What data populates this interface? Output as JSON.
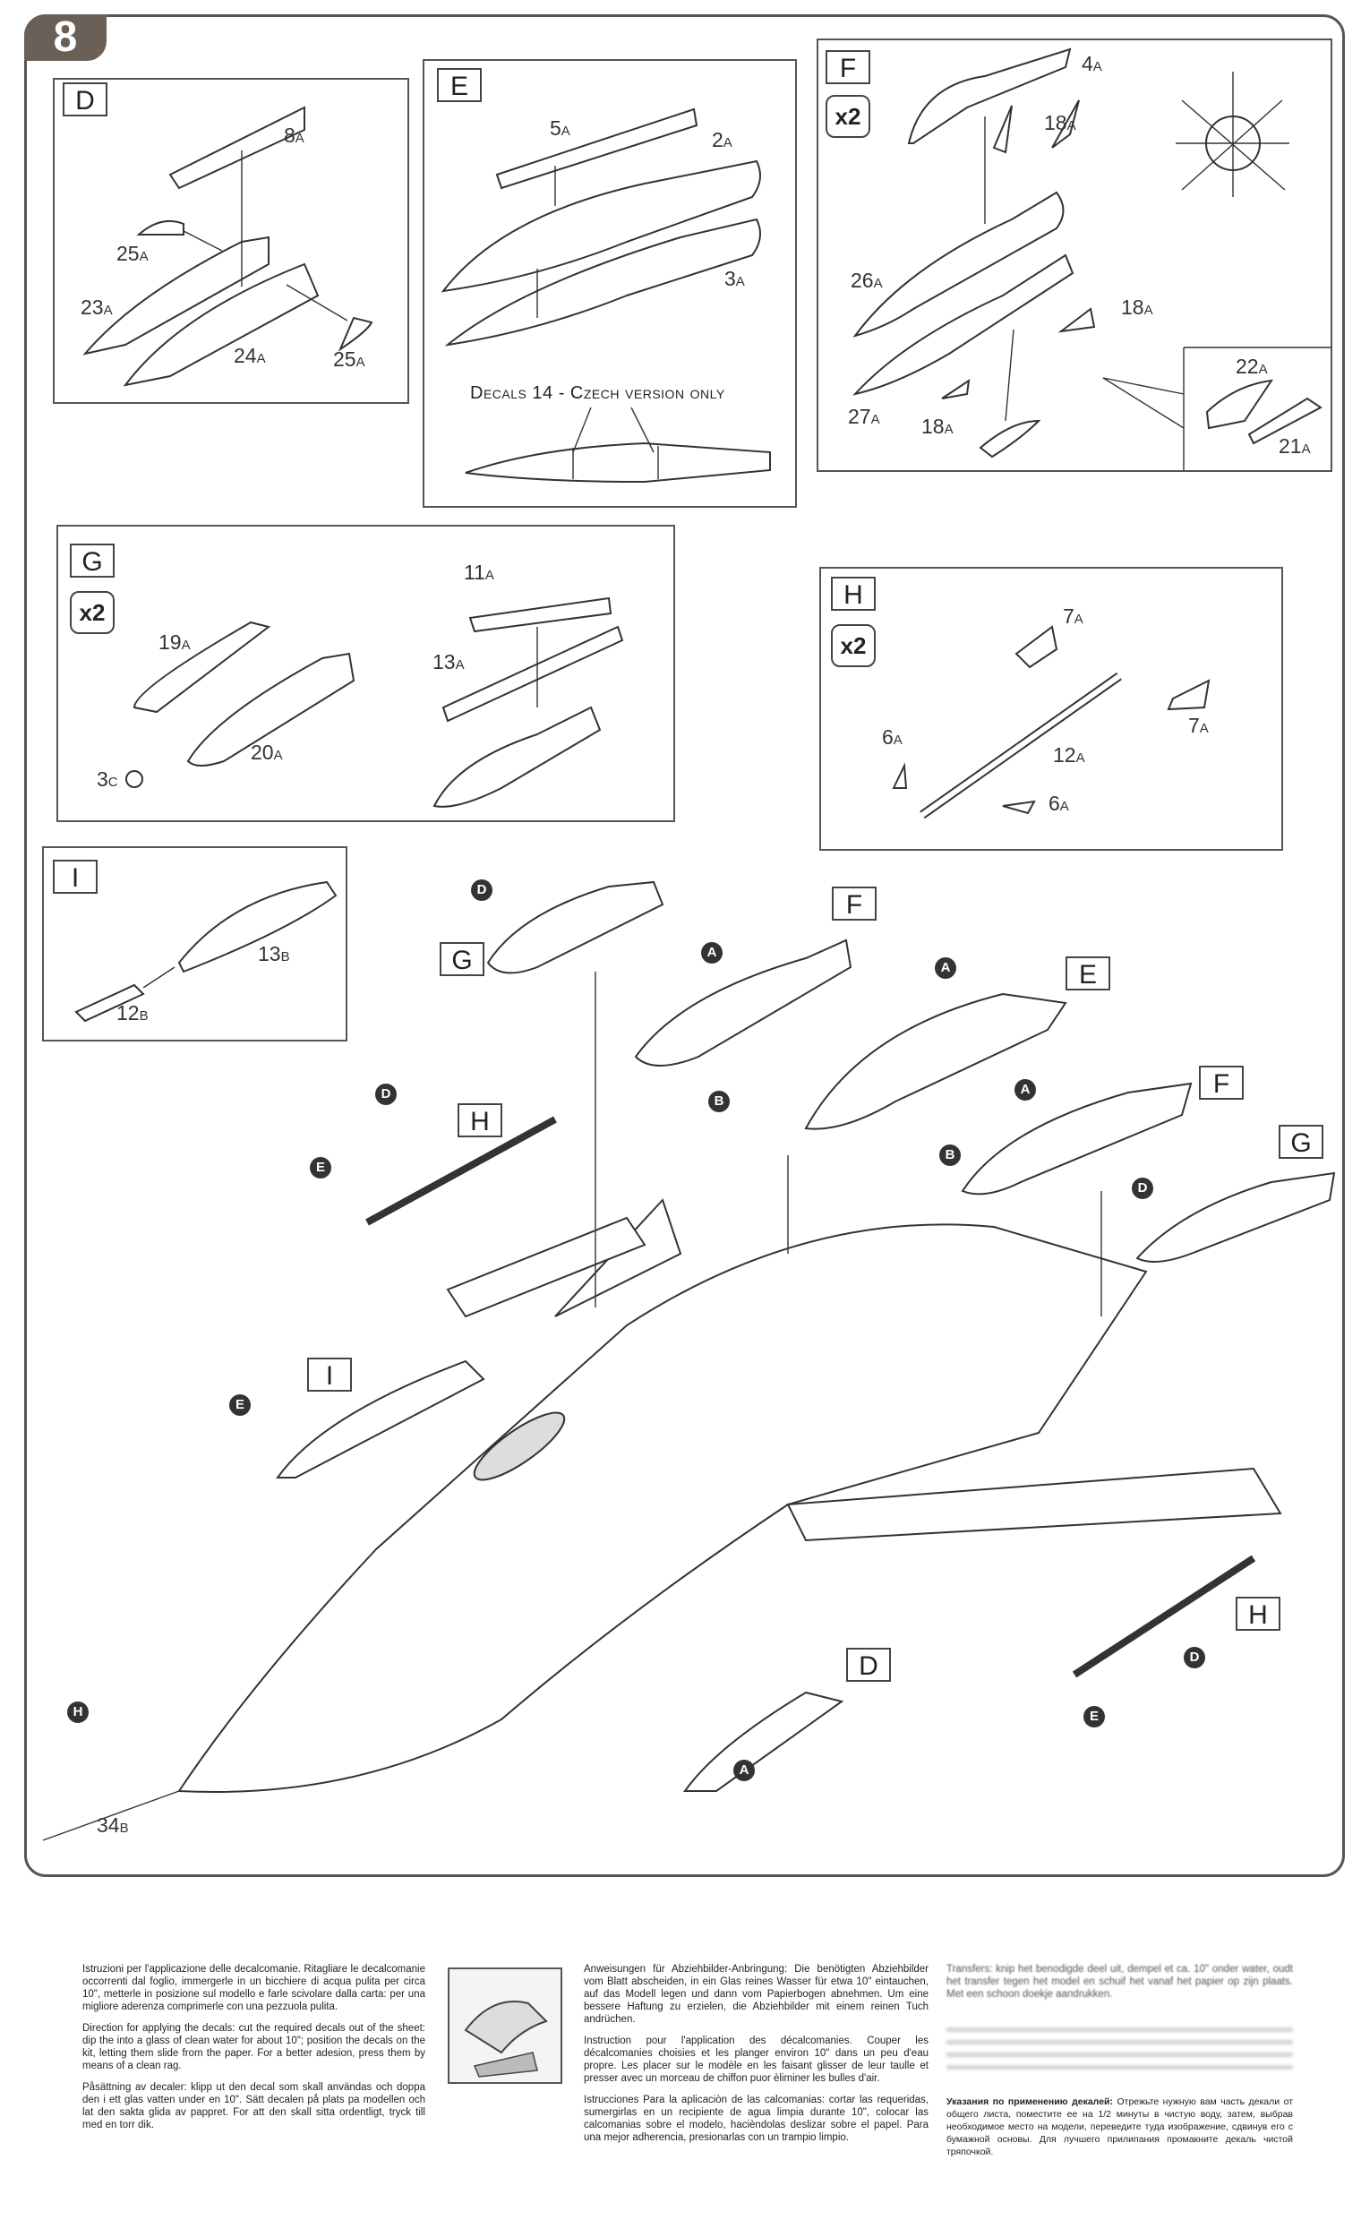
{
  "step": "8",
  "panels": {
    "D": {
      "letter": "D",
      "parts": [
        "8A",
        "25A",
        "23A",
        "24A",
        "25A"
      ]
    },
    "E": {
      "letter": "E",
      "parts": [
        "5A",
        "2A",
        "3A"
      ],
      "decals_note": "Decals 14 - Czech version only"
    },
    "F": {
      "letter": "F",
      "multiplier": "x2",
      "parts": [
        "4A",
        "18A",
        "26A",
        "18A",
        "27A",
        "18A",
        "22A",
        "21A"
      ]
    },
    "G": {
      "letter": "G",
      "multiplier": "x2",
      "parts": [
        "19A",
        "20A",
        "3C",
        "11A",
        "13A"
      ]
    },
    "H": {
      "letter": "H",
      "multiplier": "x2",
      "parts": [
        "7A",
        "7A",
        "6A",
        "12A",
        "6A"
      ]
    },
    "I": {
      "letter": "I",
      "parts": [
        "13B",
        "12B"
      ]
    }
  },
  "main": {
    "boxes": [
      "G",
      "F",
      "E",
      "F",
      "G",
      "H",
      "I",
      "D",
      "H"
    ],
    "callouts": [
      "D",
      "A",
      "B",
      "A",
      "A",
      "B",
      "D",
      "D",
      "E",
      "E",
      "A",
      "D",
      "E",
      "H"
    ],
    "part": "34B"
  },
  "instructions": {
    "it": "Istruzioni per l'applicazione delle decalcomanie. Ritagliare le decalcomanie occorrenti dal foglio, immergerle in un bicchiere di acqua pulita per circa 10\", metterle in posizione sul modello e farle scivolare dalla carta: per una migliore aderenza comprimerle con una pezzuola pulita.",
    "en": "Direction for applying the decals: cut the required decals out of the sheet: dip the into a glass of clean water for about 10\"; position the decals on the kit, letting them slide from the paper. For a better adesion, press them by means of a clean rag.",
    "sv": "Påsättning av decaler: klipp ut den decal som skall användas och doppa den i ett glas vatten under en 10\". Sätt decalen på plats pa modellen och lat den sakta glida av pappret. For att den skall sitta ordentligt, tryck till med en torr dik.",
    "de": "Anweisungen für Abziehbilder-Anbringung: Die benötigten Abziehbilder vom Blatt abscheiden, in ein Glas reines Wasser für etwa 10\" eintauchen, auf das Modell legen und dann vom Papierbogen abnehmen. Um eine bessere Haftung zu erzielen, die Abziehbilder mit einem reinen Tuch andrüchen.",
    "fr": "Instruction pour l'application des décalcomanies. Couper les décalcomanies choisies et les planger environ 10\" dans un peu d'eau propre. Les placer sur le modèle en les faisant glisser de leur taulle et presser avec un morceau de chiffon puor èliminer les bulles d'air.",
    "es": "Istrucciones Para la aplicaciòn de las calcomanias: cortar las requeridas, sumergirlas en un recipiente de agua limpia durante 10\", colocar las calcomanias sobre el modelo, hacièndolas deslizar sobre el papel. Para una mejor adherencia, presionarlas con un trampio limpio.",
    "nl": "Transfers: knip het benodigde deel uit, dempel et ca. 10\" onder water, oudt het transfer tegen het model en schuif het vanaf het papier op zijn plaats. Met een schoon doekje aandrukken.",
    "ru_title": "Указания по применению декалей:",
    "ru": "Отрежьте нужную вам часть декали от общего листа, поместите ее на 1/2 минуты в чистую воду, затем, выбрав необходимое место на модели, переведите туда изображение, сдвинув его с бумажной основы. Для лучшего прилипания промакните декаль чистой тряпочкой."
  },
  "colors": {
    "badge": "#6b6058",
    "ink": "#333333"
  }
}
